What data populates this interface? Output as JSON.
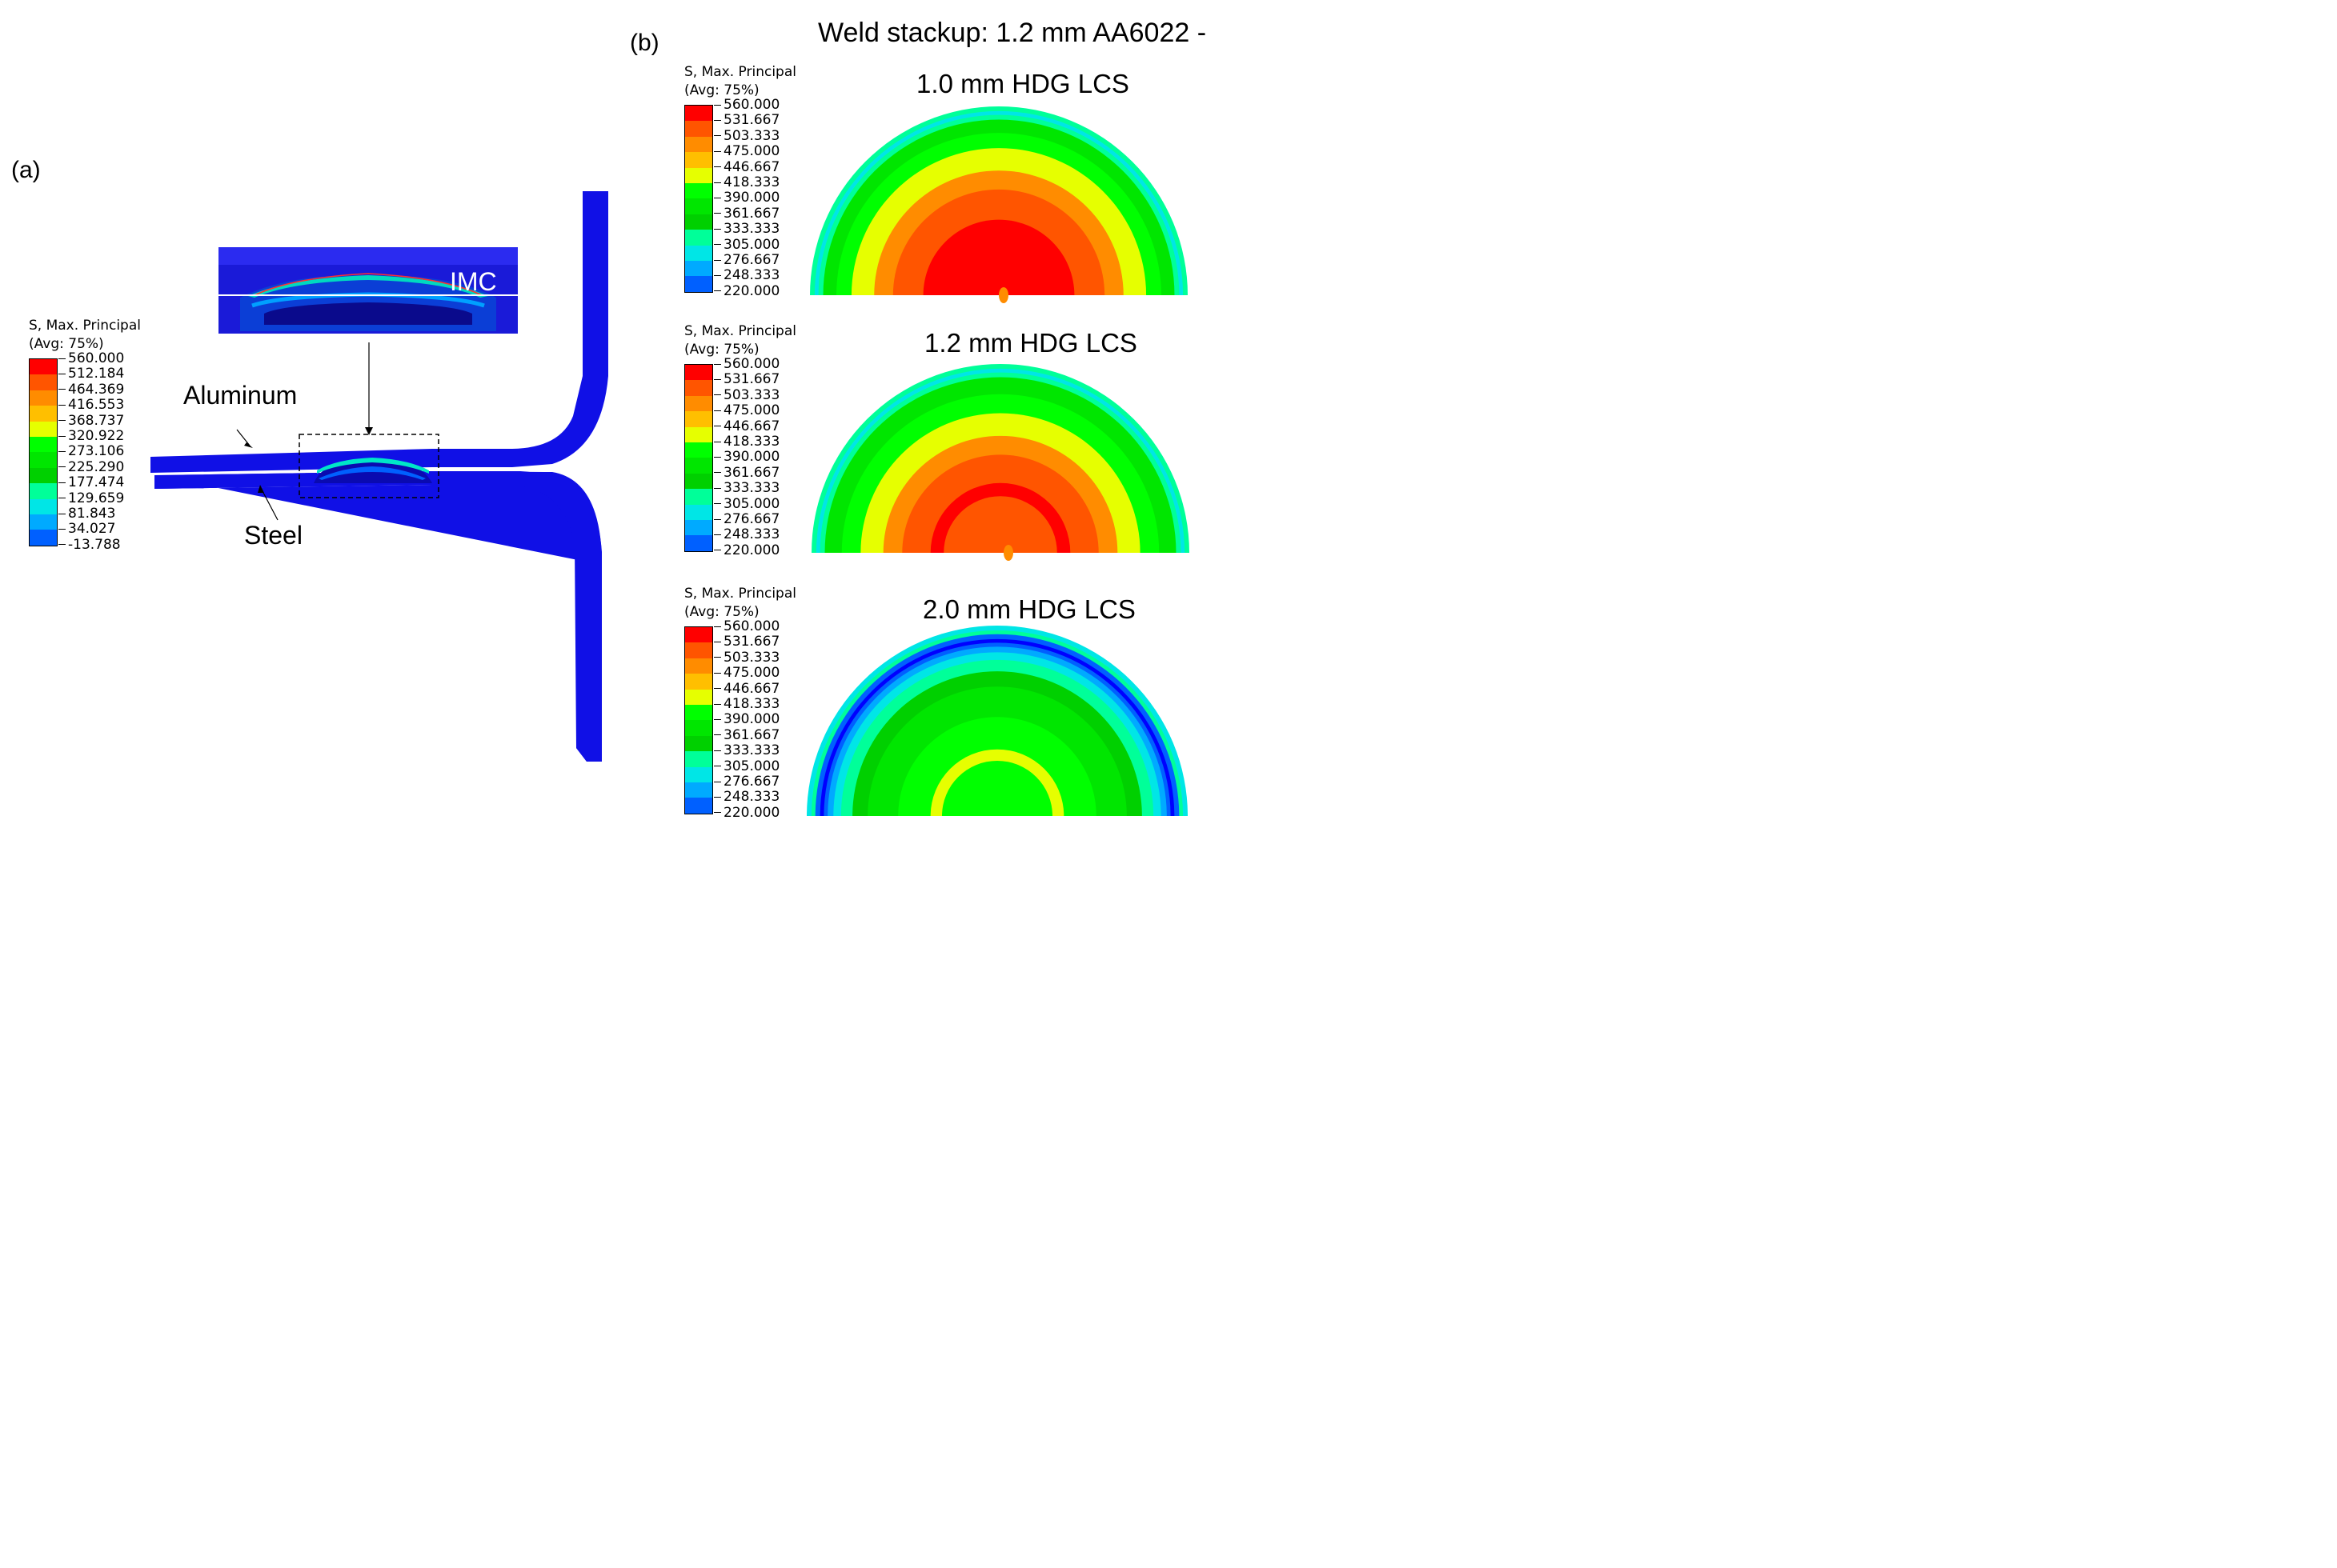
{
  "panel_a": {
    "label": "(a)",
    "legend": {
      "title_line1": "S, Max. Principal",
      "title_line2": "(Avg: 75%)",
      "values": [
        "560.000",
        "512.184",
        "464.369",
        "416.553",
        "368.737",
        "320.922",
        "273.106",
        "225.290",
        "177.474",
        "129.659",
        "81.843",
        "34.027",
        "-13.788"
      ]
    },
    "labels": {
      "aluminum": "Aluminum",
      "steel": "Steel",
      "imc": "IMC"
    }
  },
  "panel_b": {
    "label": "(b)",
    "title": "Weld stackup: 1.2 mm AA6022 -",
    "legend_title_line1": "S, Max. Principal",
    "legend_title_line2": "(Avg: 75%)",
    "legend_values": [
      "560.000",
      "531.667",
      "503.333",
      "475.000",
      "446.667",
      "418.333",
      "390.000",
      "361.667",
      "333.333",
      "305.000",
      "276.667",
      "248.333",
      "220.000"
    ],
    "subplots": [
      {
        "title": "1.0 mm HDG LCS"
      },
      {
        "title": "1.2 mm HDG LCS"
      },
      {
        "title": "2.0 mm HDG LCS"
      }
    ]
  },
  "colors": {
    "scale": [
      "#ff0000",
      "#ff5500",
      "#ff8c00",
      "#ffbf00",
      "#e6ff00",
      "#00ff00",
      "#00e600",
      "#00d000",
      "#00ff99",
      "#00e6e6",
      "#00aaff",
      "#0060ff",
      "#0000ff"
    ],
    "part_blue": "#1010e6"
  }
}
